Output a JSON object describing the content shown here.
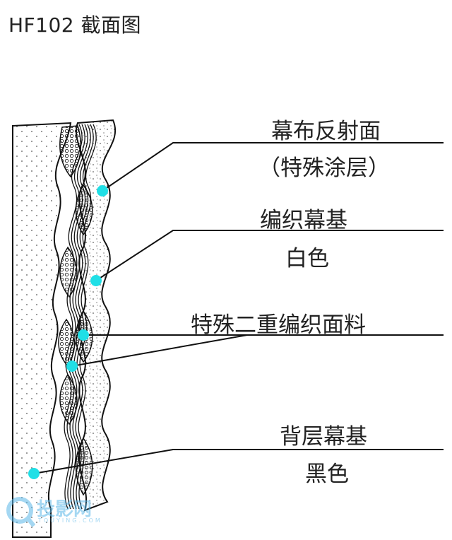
{
  "title": "HF102 截面图",
  "labels": {
    "reflective_surface": "幕布反射面",
    "special_coating": "（特殊涂层）",
    "woven_base": "编织幕基",
    "white": "白色",
    "double_weave_fabric": "特殊二重编织面料",
    "back_layer_base": "背层幕基",
    "black": "黑色"
  },
  "colors": {
    "marker": "#20dfe6",
    "line": "#111111"
  },
  "watermark": {
    "text": "投影网",
    "sub": "TOUYING.COM"
  }
}
